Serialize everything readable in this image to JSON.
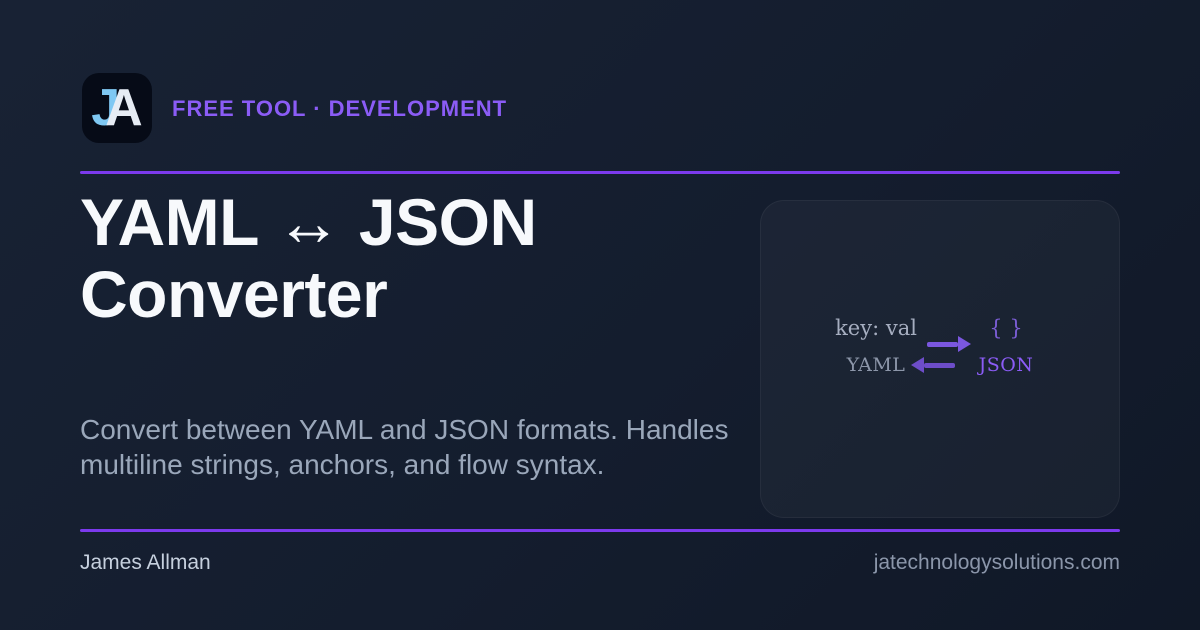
{
  "brand": {
    "logo_letter_1": "J",
    "logo_letter_2": "A",
    "tagline": "FREE TOOL · DEVELOPMENT"
  },
  "title": {
    "line1": "YAML ↔ JSON",
    "line2": "Converter"
  },
  "description": {
    "line1": "Convert between YAML and JSON formats. Handles",
    "line2": "multiline strings, anchors, and flow syntax."
  },
  "panel_graphic": {
    "yaml_sample": "key: val",
    "json_sample": "{ }",
    "yaml_label": "YAML",
    "json_label": "JSON"
  },
  "footer": {
    "author": "James Allman",
    "website": "jatechnologysolutions.com"
  },
  "colors": {
    "background_start": "#182234",
    "background_end": "#101827",
    "accent_rule": "#7c3aed",
    "tagline_purple": "#8b5cf6",
    "title_white": "#f7f9fc",
    "description_gray": "#9aa7ba",
    "logo_j_blue": "#7fc8f3",
    "logo_a_white": "#e6ecf4",
    "logo_box_bg": "#060b17"
  }
}
